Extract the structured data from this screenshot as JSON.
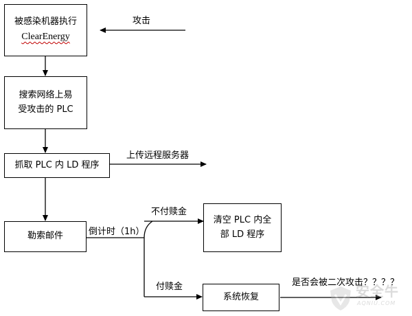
{
  "boxes": {
    "execute": {
      "line1": "被感染机器执行",
      "line2": "ClearEnergy"
    },
    "search": {
      "line1": "搜索网络上易",
      "line2": "受攻击的 PLC"
    },
    "capture": {
      "label": "抓取 PLC 内 LD 程序"
    },
    "ransom": {
      "label": "勒索邮件"
    },
    "wipe": {
      "line1": "清空 PLC 内全",
      "line2": "部 LD 程序"
    },
    "restore": {
      "label": "系统恢复"
    }
  },
  "labels": {
    "attack": "攻击",
    "upload": "上传远程服务器",
    "countdown": "倒计时（1h）",
    "no_pay": "不付赎金",
    "pay": "付赎金",
    "question": "是否会被二次攻击？？？？"
  },
  "watermark": {
    "text": "安全牛",
    "sub": "AQNIU.COM"
  }
}
